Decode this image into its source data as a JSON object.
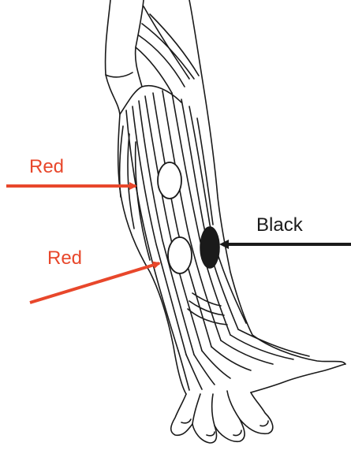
{
  "labels": {
    "red_upper": "Red",
    "red_lower": "Red",
    "black": "Black"
  },
  "colors": {
    "red": "#E8472B",
    "black": "#1a1a1a",
    "background": "#ffffff",
    "electrode_fill": "#ffffff",
    "line": "#1a1a1a"
  },
  "illustration": {
    "subject": "forearm-muscle-anatomy-line-drawing",
    "electrodes": [
      {
        "name": "red-electrode-upper",
        "fill": "white"
      },
      {
        "name": "red-electrode-lower",
        "fill": "white"
      },
      {
        "name": "black-electrode",
        "fill": "black"
      }
    ]
  }
}
